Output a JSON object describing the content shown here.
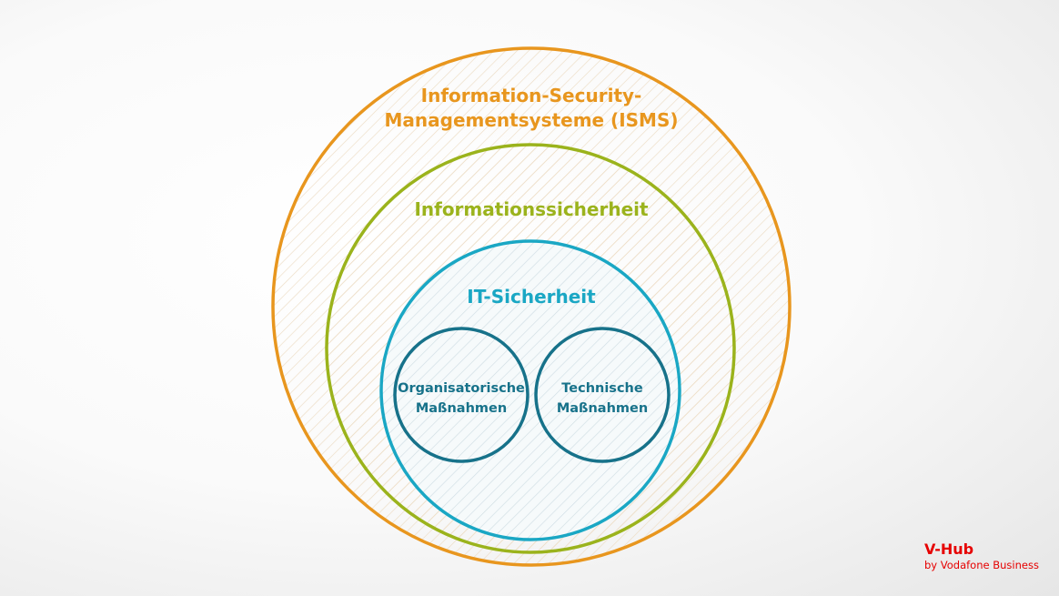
{
  "diagram": {
    "isms_label_line1": "Information-Security-",
    "isms_label_line2": "Managementsysteme (ISMS)",
    "infosec_label": "Informationssicherheit",
    "itsec_label": "IT-Sicherheit",
    "org_line1": "Organisatorische",
    "org_line2": "Maßnahmen",
    "tech_line1": "Technische",
    "tech_line2": "Maßnahmen"
  },
  "colors": {
    "isms": "#e8961e",
    "infosec": "#9bb31c",
    "itsec": "#1aa7c4",
    "measures": "#17728a",
    "brand": "#e60000"
  },
  "brand": {
    "title": "V-Hub",
    "subtitle": "by Vodafone Business"
  }
}
